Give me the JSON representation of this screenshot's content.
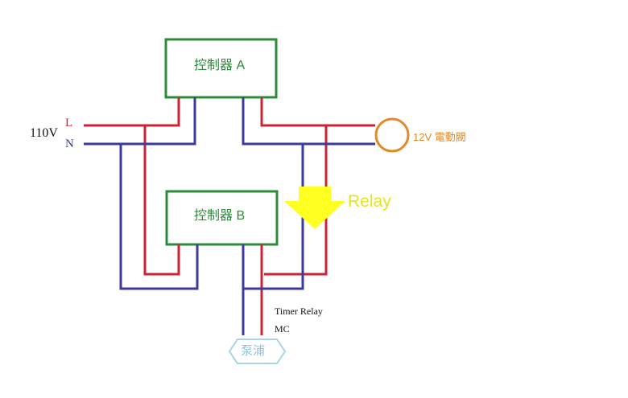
{
  "controller_a": {
    "label": "控制器 A"
  },
  "controller_b": {
    "label": "控制器 B"
  },
  "supply": {
    "voltage": "110V",
    "line": "L",
    "neutral": "N"
  },
  "valve": {
    "label": "12V 電動閥"
  },
  "relay": {
    "label": "Relay"
  },
  "timer_relay": {
    "label": "Timer Relay"
  },
  "mc": {
    "label": "MC"
  },
  "pump": {
    "label": "泵浦"
  },
  "colors": {
    "live_wire": "#cc2233",
    "neutral_wire": "#3a3aa0",
    "controller_border": "#2e8b3a",
    "valve": "#e08a2a",
    "relay_arrow": "#ffff22",
    "relay_text": "#e8e020",
    "pump_outline": "#a8d4e6",
    "pump_text": "#8fc4dc",
    "controller_text": "#2e8b3a"
  }
}
